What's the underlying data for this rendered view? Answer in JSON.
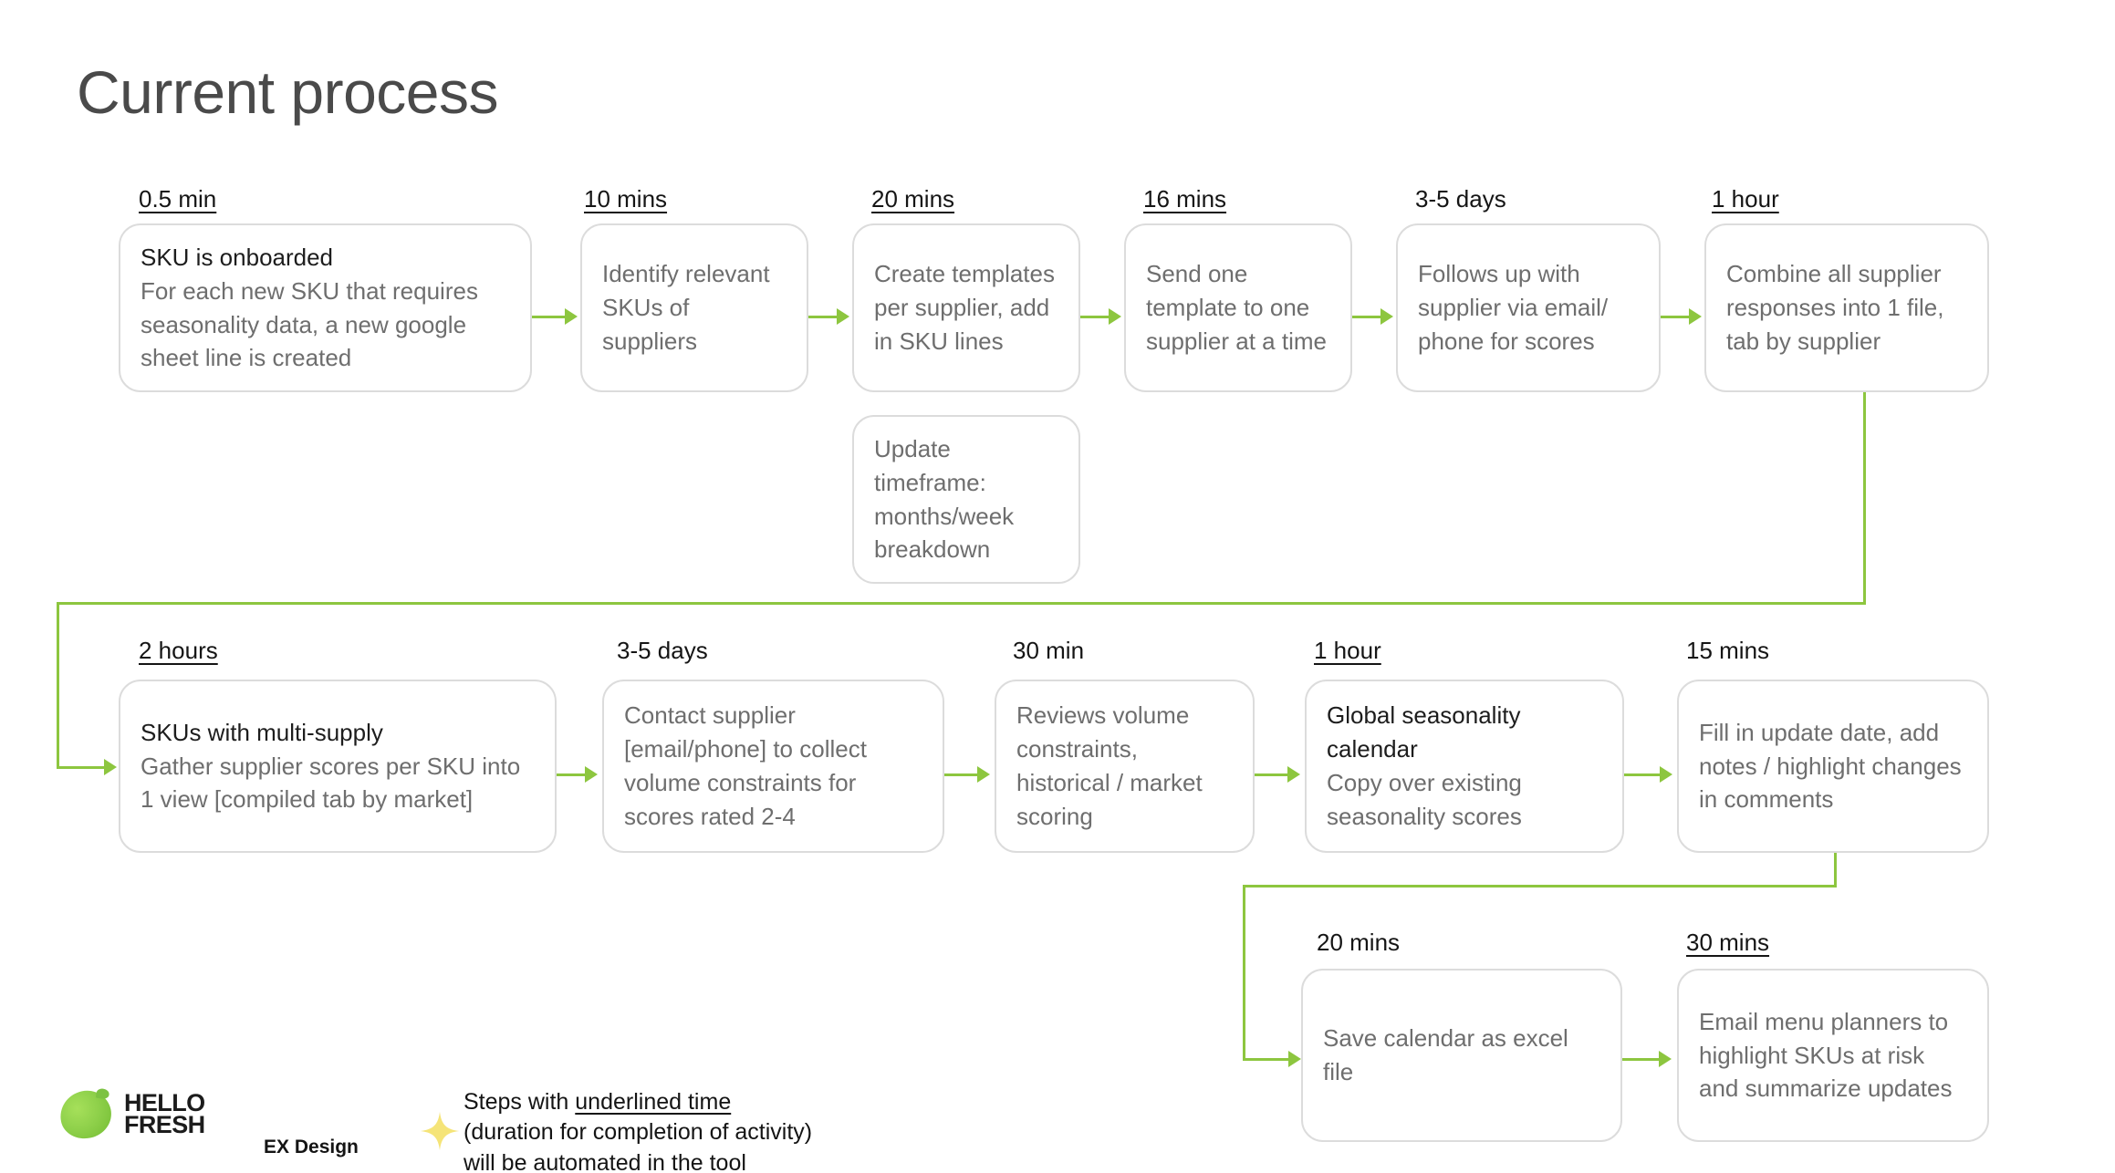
{
  "page": {
    "title": "Current process",
    "accent_green": "#8dc63f",
    "box_border": "#dcdcdc",
    "body_text_color": "#6e6e6e",
    "title_text_color": "#1d1d1d"
  },
  "rows": {
    "row1": [
      {
        "time": "0.5 min",
        "underlined": true,
        "title": "SKU is onboarded",
        "body": "For each new SKU that requires seasonality data, a new google sheet line is created"
      },
      {
        "time": "10 mins",
        "underlined": true,
        "title": "",
        "body": "Identify relevant SKUs of suppliers"
      },
      {
        "time": "20 mins",
        "underlined": true,
        "title": "",
        "body": "Create templates per supplier, add in SKU lines"
      },
      {
        "time": "16 mins",
        "underlined": true,
        "title": "",
        "body": "Send one template to one supplier at a time"
      },
      {
        "time": "3-5 days",
        "underlined": false,
        "title": "",
        "body": "Follows up with supplier via email/ phone for scores"
      },
      {
        "time": "1 hour",
        "underlined": true,
        "title": "",
        "body": "Combine all supplier responses into 1 file, tab by supplier"
      }
    ],
    "row1_sub": [
      {
        "title": "",
        "body": "Update timeframe: months/week breakdown"
      }
    ],
    "row2": [
      {
        "time": "2 hours",
        "underlined": true,
        "title": "SKUs with multi-supply",
        "body": "Gather supplier scores per SKU into 1 view [compiled tab by market]"
      },
      {
        "time": "3-5 days",
        "underlined": false,
        "title": "",
        "body": "Contact supplier [email/phone] to collect volume constraints for scores rated 2-4"
      },
      {
        "time": "30 min",
        "underlined": false,
        "title": "",
        "body": "Reviews volume constraints, historical / market scoring"
      },
      {
        "time": "1 hour",
        "underlined": true,
        "title": "Global seasonality calendar",
        "body": "Copy over existing seasonality scores"
      },
      {
        "time": "15 mins",
        "underlined": false,
        "title": "",
        "body": "Fill in update date, add notes / highlight changes in comments"
      }
    ],
    "row3": [
      {
        "time": "20 mins",
        "underlined": false,
        "title": "",
        "body": "Save calendar as excel file"
      },
      {
        "time": "30 mins",
        "underlined": true,
        "title": "",
        "body": "Email menu planners to highlight SKUs at risk and summarize updates"
      }
    ]
  },
  "footer": {
    "logo_line1": "HELLO",
    "logo_line2": "FRESH",
    "brand_sub": "EX Design",
    "legend_line1_prefix": "Steps with ",
    "legend_line1_underlined": "underlined time",
    "legend_line2": "(duration for completion of activity)",
    "legend_line3": "will be automated in the tool"
  }
}
